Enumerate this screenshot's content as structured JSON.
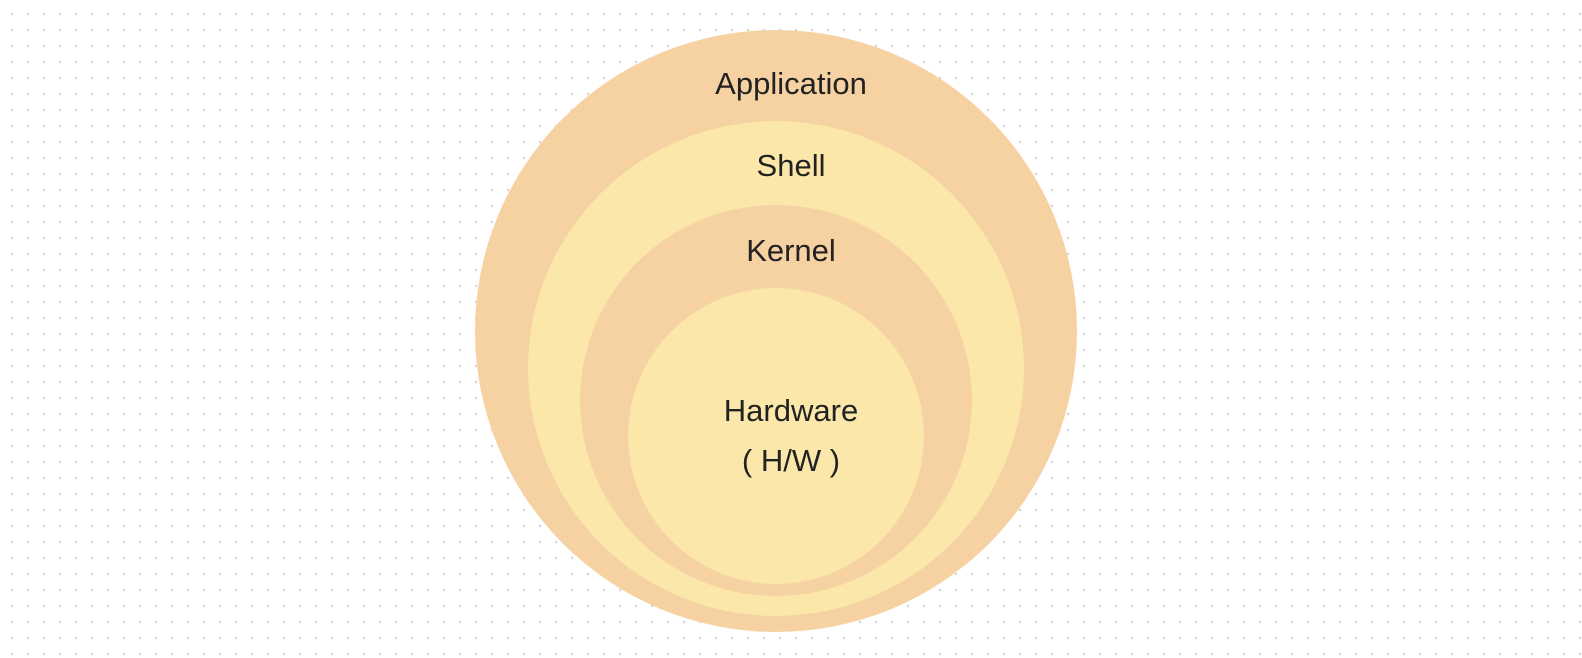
{
  "diagram": {
    "layers": [
      {
        "label": "Application",
        "color": "#f6d2a3"
      },
      {
        "label": "Shell",
        "color": "#fae7a9"
      },
      {
        "label": "Kernel",
        "color": "#f6d2a3"
      },
      {
        "label": "Hardware",
        "sublabel": "( H/W )",
        "color": "#fae7a9"
      }
    ]
  }
}
